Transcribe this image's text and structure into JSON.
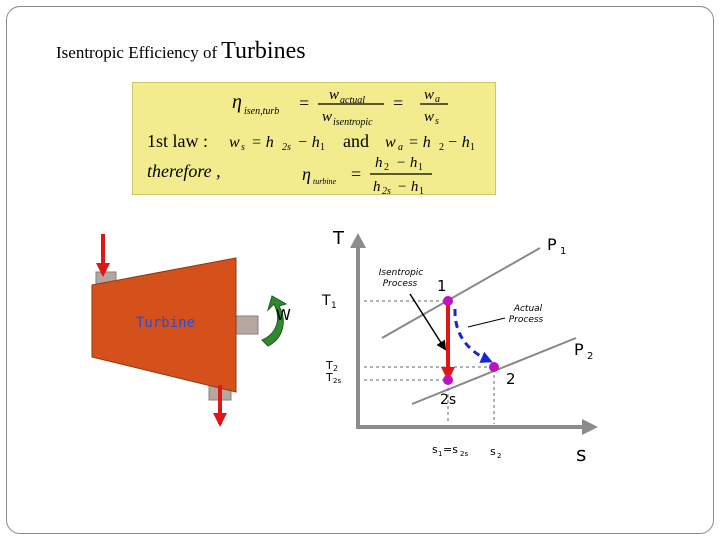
{
  "title": {
    "part1": "Isentropic Efficiency of",
    "part2": "Turbines"
  },
  "equations": {
    "eta": "η",
    "eta_sub": "isen,turb",
    "eq1": "=",
    "w": "w",
    "actual": "actual",
    "isentropic": "isentropic",
    "eq2": "=",
    "a": "a",
    "s": "s",
    "first_law": "1st law :",
    "ws_lhs_w": "w",
    "ws_lhs_s": "s",
    "ws_rhs": "= h",
    "two_s": "2s",
    "minus_h": "− h",
    "one": "1",
    "and": "and",
    "wa_rhs": "= h",
    "two": "2",
    "therefore": "therefore ,",
    "turbine_sub": "turbine",
    "num_h2": "h",
    "num_minus": "− h",
    "den_h2s": "h",
    "den_minus": "− h"
  },
  "turbine": {
    "label": "Turbine",
    "work_label": "W"
  },
  "ts_diagram": {
    "y_axis_label": "T",
    "x_axis_label": "s",
    "p1_label": "P",
    "p1_sub": "1",
    "p2_label": "P",
    "p2_sub": "2",
    "t1_label": "T",
    "t1_sub": "1",
    "t2_label": "T",
    "t2_sub": "2",
    "t2s_label": "T",
    "t2s_sub": "2s",
    "state1_label": "1",
    "state2_label": "2",
    "state2s_label": "2s",
    "isentropic_line1": "Isentropic",
    "isentropic_line2": "Process",
    "actual_line1": "Actual",
    "actual_line2": "Process",
    "s1_label": "s",
    "s1_sub": "1",
    "s1_eq": "=s",
    "s2s_sub": "2s",
    "s2_label": "s",
    "s2_sub": "2"
  },
  "colors": {
    "equation_box": "#f3ec8f",
    "turbine_body": "#d5511b",
    "flow_arrow": "#e01515",
    "state_point": "#c010c0",
    "actual_path": "#1528d0",
    "work_arrow": "#2f8a2f"
  }
}
